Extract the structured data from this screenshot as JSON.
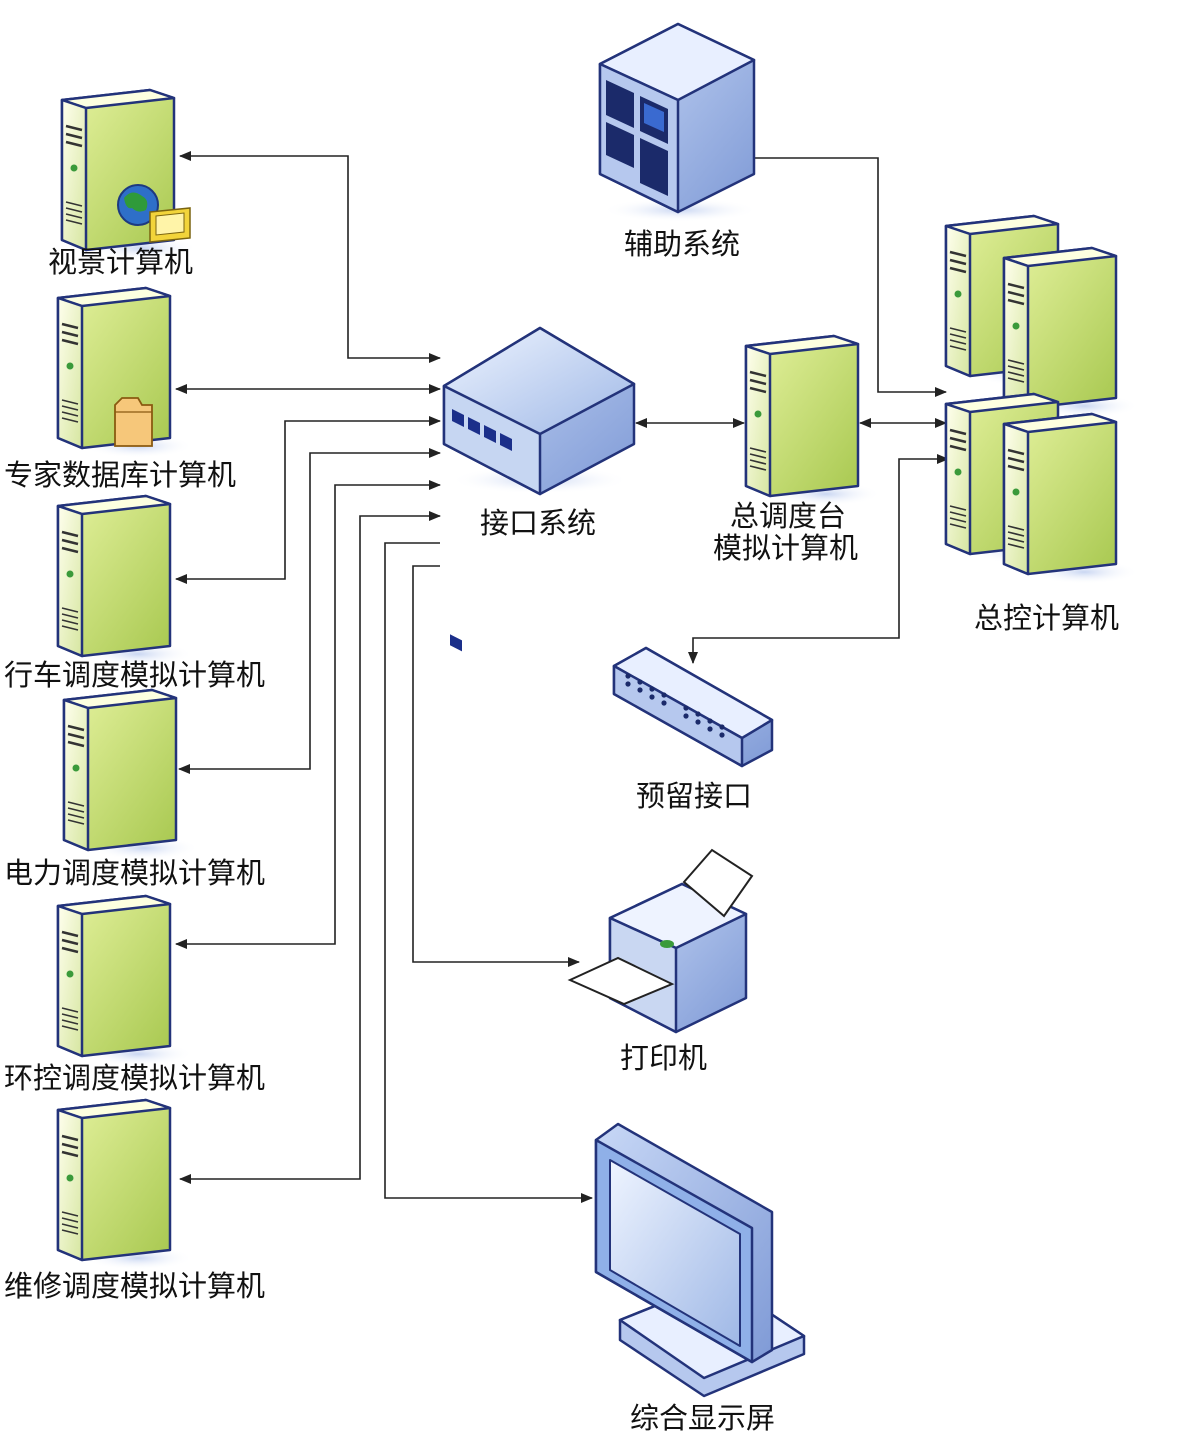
{
  "nodes": {
    "visual_computer": "视景计算机",
    "expert_db_computer": "专家数据库计算机",
    "train_dispatch_computer": "行车调度模拟计算机",
    "power_dispatch_computer": "电力调度模拟计算机",
    "env_dispatch_computer": "环控调度模拟计算机",
    "maint_dispatch_computer": "维修调度模拟计算机",
    "interface_system": "接口系统",
    "chief_dispatch_line1": "总调度台",
    "chief_dispatch_line2": "模拟计算机",
    "aux_system": "辅助系统",
    "master_computer": "总控计算机",
    "reserved_interface": "预留接口",
    "printer": "打印机",
    "display_screen": "综合显示屏"
  }
}
